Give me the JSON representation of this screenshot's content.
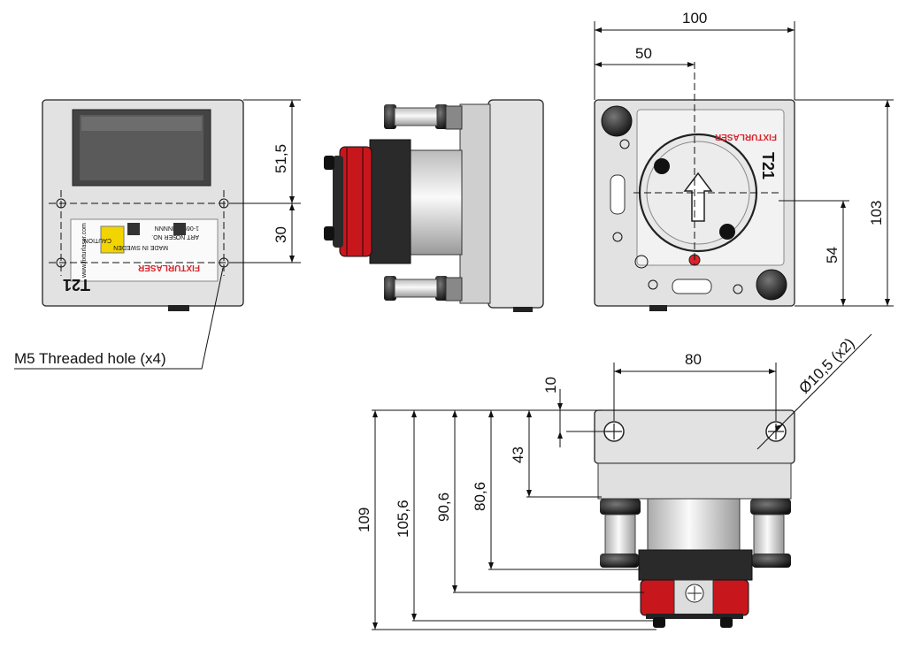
{
  "front_view": {
    "label_brand": "FIXTURLASER",
    "label_model": "T21",
    "label_caution": "CAUTION",
    "label_web": "www.fixturlaser.com",
    "label_art": "ART NO.",
    "label_ser": "SER NO.",
    "label_art_value": "1-0697",
    "label_ser_value": "NNNNN",
    "label_made_in": "MADE IN SWEDEN"
  },
  "top_view": {
    "label_brand": "FIXTURLASER",
    "label_model": "T21"
  },
  "dimensions": {
    "width_100": "100",
    "width_50": "50",
    "height_103": "103",
    "height_54": "54",
    "hole_spacing_51_5": "51,5",
    "hole_spacing_30": "30",
    "bottom_width_80": "80",
    "dim_10": "10",
    "dim_43": "43",
    "dim_80_6": "80,6",
    "dim_90_6": "90,6",
    "dim_105_6": "105,6",
    "dim_109": "109",
    "hole_diameter": "Ø10,5 (x2)"
  },
  "callouts": {
    "threaded_hole": "M5 Threaded hole (x4)"
  },
  "colors": {
    "housing": "#e2e2e2",
    "accent_red": "#c8161d",
    "dark": "#222222"
  }
}
